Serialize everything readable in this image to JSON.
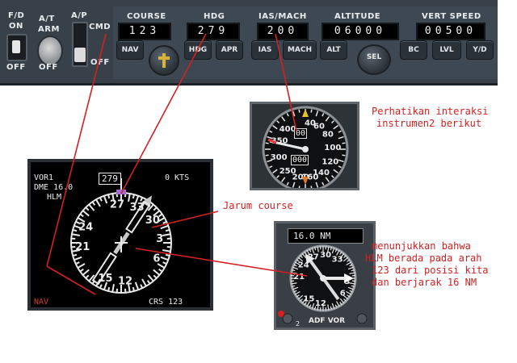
{
  "mcp": {
    "fd_label": "F/D",
    "fd_on": "ON",
    "fd_off": "OFF",
    "at_label": "A/T",
    "at_arm": "ARM",
    "at_off": "OFF",
    "ap_label": "A/P",
    "ap_cmd": "CMD",
    "ap_off": "OFF",
    "course_label": "COURSE",
    "course_value": "123",
    "hdg_label": "HDG",
    "hdg_value": "279",
    "ias_label": "IAS/MACH",
    "ias_value": "200",
    "alt_label": "ALTITUDE",
    "alt_value": "06000",
    "vs_label": "VERT SPEED",
    "vs_value": "00500",
    "buttons": {
      "nav": "NAV",
      "hdg": "HDG",
      "apr": "APR",
      "ias": "IAS",
      "mach": "MACH",
      "alt": "ALT",
      "sel": "SEL",
      "bc": "BC",
      "lvl": "LVL",
      "yd": "Y/D"
    }
  },
  "hsi": {
    "vor": "VOR1",
    "dme": "DME 16.0",
    "station": "HLM",
    "hdg_box": "279",
    "speed": "0 KTS",
    "mode": "NAV",
    "crs": "CRS 123",
    "compass_labels": [
      "33",
      "3",
      "6",
      "12",
      "15",
      "21",
      "24",
      "27",
      "30"
    ]
  },
  "asi": {
    "scale": [
      "40",
      "60",
      "80",
      "100",
      "120",
      "140",
      "160",
      "200",
      "250",
      "300",
      "350",
      "400"
    ],
    "top_window": "00",
    "bottom_window": "000"
  },
  "rmi": {
    "dme": "16.0 NM",
    "compass_labels": [
      "24",
      "27",
      "30",
      "33",
      "3",
      "6",
      "12",
      "15",
      "21"
    ],
    "knob_number": "2",
    "adf_vor": "ADF VOR"
  },
  "annotations": {
    "top_right": [
      "Perhatikan interaksi",
      "instrumen2 berikut"
    ],
    "jarum": "Jarum course",
    "bottom_right": [
      "menunjukkan bahwa",
      "HLM berada pada arah",
      "123 dari posisi kita",
      "dan berjarak 16 NM"
    ]
  }
}
